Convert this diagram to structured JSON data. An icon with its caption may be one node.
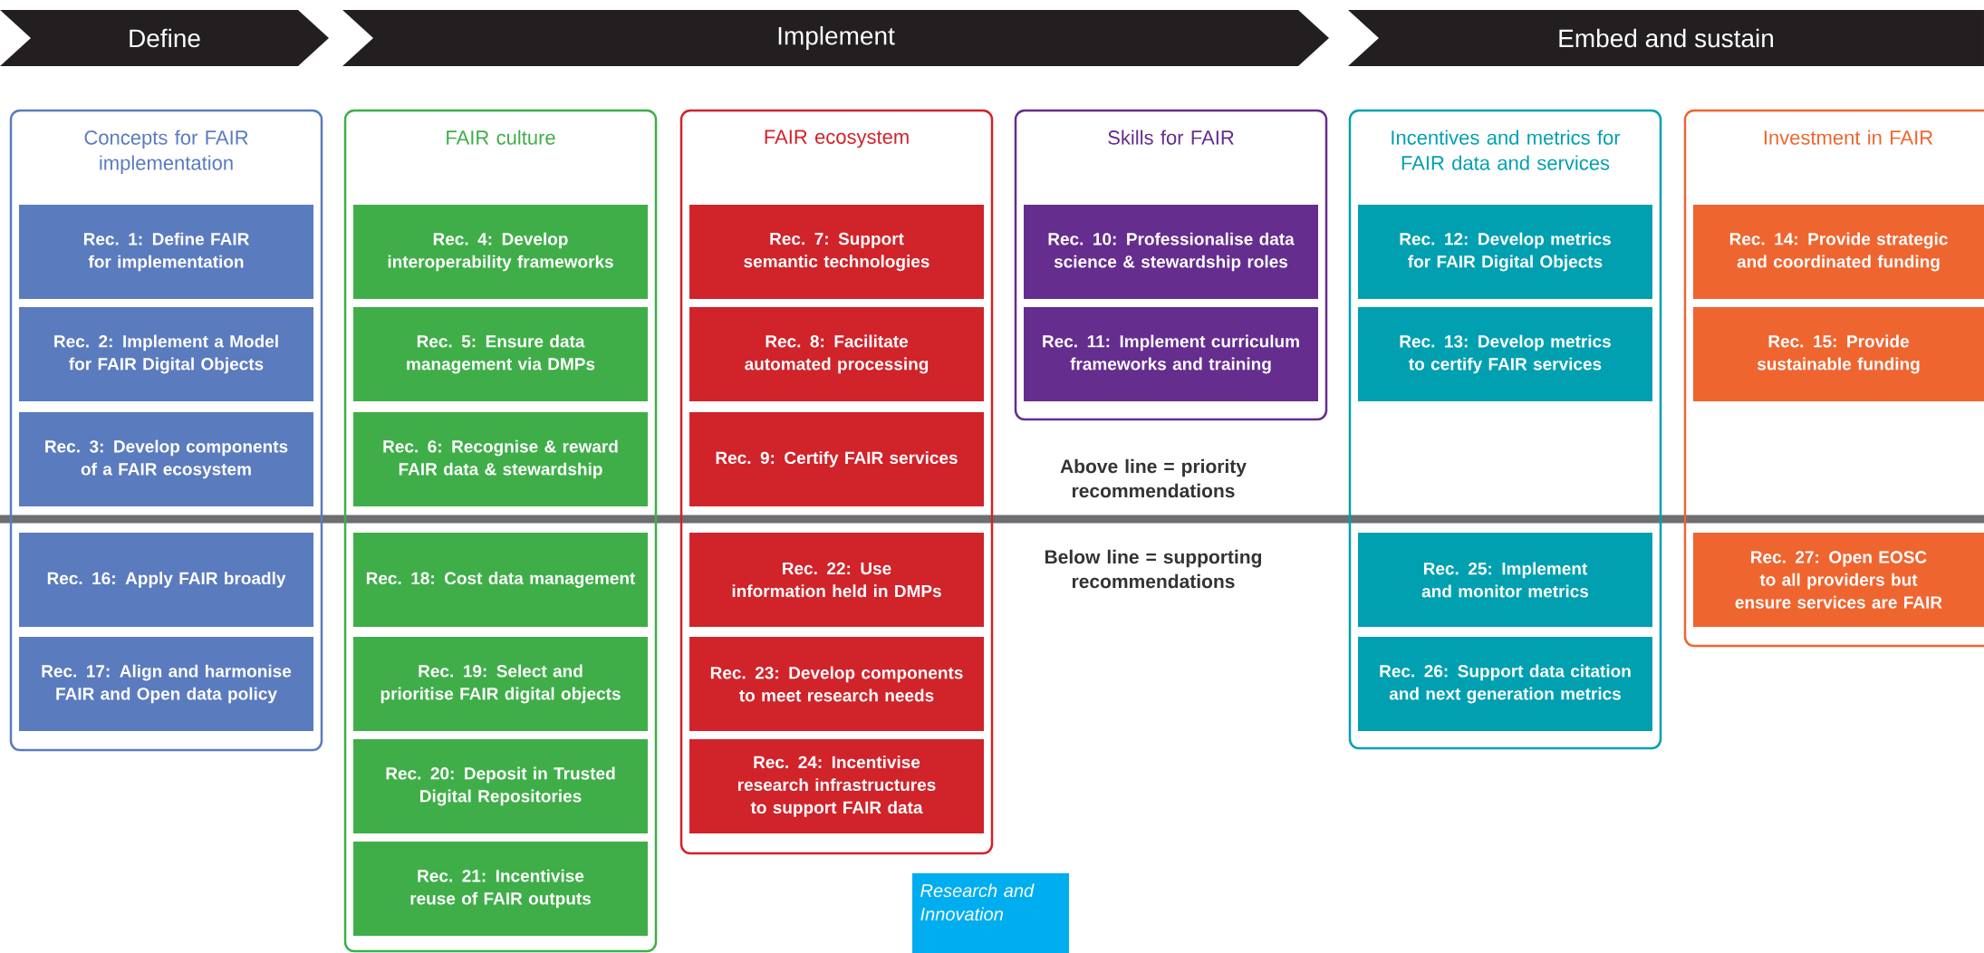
{
  "diagram": {
    "nodes": [
      {
        "text": [
          "Define"
        ]
      },
      {
        "text": [
          "Implement"
        ]
      },
      {
        "text": [
          "Embed and sustain"
        ]
      },
      {
        "text": [
          "Concepts for FAIR implementation"
        ]
      },
      {
        "text": [
          "Rec. 1: Define FAIR for implementation"
        ],
        "in": 3
      },
      {
        "text": [
          "Rec. 2: Implement a Model for FAIR Digital Objects"
        ],
        "in": 3
      },
      {
        "text": [
          "Rec. 3: Develop components of a FAIR ecosystem"
        ],
        "in": 3
      },
      {
        "text": [
          "Rec. 16: Apply FAIR broadly"
        ],
        "in": 3
      },
      {
        "text": [
          "Rec. 17: Align and harmonise FAIR and Open data policy"
        ],
        "in": 3
      },
      {
        "text": [
          "FAIR culture"
        ]
      },
      {
        "text": [
          "Rec. 4: Develop interoperability frameworks"
        ],
        "in": 9
      },
      {
        "text": [
          "Rec. 5: Ensure data management via DMPs"
        ],
        "in": 9
      },
      {
        "text": [
          "Rec. 6: Recognise & reward FAIR data & stewardship"
        ],
        "in": 9
      },
      {
        "text": [
          "Rec. 18: Cost data management"
        ],
        "in": 9
      },
      {
        "text": [
          "Rec. 19: Select and prioritise FAIR digital objects"
        ],
        "in": 9
      },
      {
        "text": [
          "Rec. 20: Deposit in Trusted Digital Repositories"
        ],
        "in": 9
      },
      {
        "text": [
          "Rec. 21: Incentivise reuse of FAIR outputs"
        ],
        "in": 9
      },
      {
        "text": [
          "FAIR ecosystem"
        ]
      },
      {
        "text": [
          "Rec. 7: Support semantic technologies"
        ],
        "in": 17
      },
      {
        "text": [
          "Rec. 8: Facilitate automated processing"
        ],
        "in": 17
      },
      {
        "text": [
          "Rec. 9: Certify FAIR services"
        ],
        "in": 17
      },
      {
        "text": [
          "Rec. 22: Use information held in DMPs"
        ],
        "in": 17
      },
      {
        "text": [
          "Rec. 23: Develop components to meet research needs"
        ],
        "in": 17
      },
      {
        "text": [
          "Rec. 24: Incentivise research infrastructures to support FAIR data"
        ],
        "in": 17
      },
      {
        "text": [
          "Skills for FAIR"
        ]
      },
      {
        "text": [
          "Rec. 10: Professionalise data science & stewardship roles"
        ],
        "in": 24
      },
      {
        "text": [
          "Rec. 11: Implement curriculum frameworks and training"
        ],
        "in": 24
      },
      {
        "text": [
          "Incentives and metrics for FAIR data and services"
        ]
      },
      {
        "text": [
          "Rec. 12: Develop metrics for FAIR Digital Objects"
        ],
        "in": 27
      },
      {
        "text": [
          "Rec. 13: Develop metrics to certify FAIR services"
        ],
        "in": 27
      },
      {
        "text": [
          "Rec. 25: Implement and monitor metrics"
        ],
        "in": 27
      },
      {
        "text": [
          "Rec. 26: Support data citation and next generation metrics"
        ],
        "in": 27
      },
      {
        "text": [
          "Investment in FAIR"
        ]
      },
      {
        "text": [
          "Rec. 14: Provide strategic and coordinated funding"
        ],
        "in": 32
      },
      {
        "text": [
          "Rec. 15: Provide sustainable funding"
        ],
        "in": 32
      },
      {
        "text": [
          "Rec. 27: Open EOSC to all providers but ensure services are FAIR"
        ],
        "in": 32
      },
      {
        "text": [
          "Research and Innovation"
        ]
      }
    ],
    "labels": [
      "Above line = priority recommendations",
      "Below line = supporting recommendations"
    ]
  }
}
